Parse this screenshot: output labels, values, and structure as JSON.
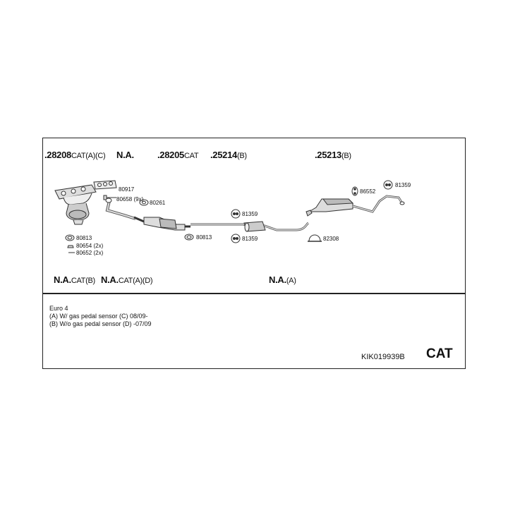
{
  "header_codes": [
    {
      "part": ".28208",
      "suffix": "CAT(A)(C)"
    },
    {
      "part": "N.A.",
      "suffix": ""
    },
    {
      "part": ".28205",
      "suffix": "CAT"
    },
    {
      "part": ".25214",
      "suffix": "(B)"
    },
    {
      "part": ".25213",
      "suffix": "(B)"
    }
  ],
  "lower_codes": [
    {
      "part": "N.A.",
      "suffix": "CAT(B)"
    },
    {
      "part": "N.A.",
      "suffix": "CAT(A)(D)"
    },
    {
      "part": "N.A.",
      "suffix": "(A)"
    }
  ],
  "hardware": {
    "h80917": "80917",
    "h80658": "80658 (9x)",
    "h80261": "80261",
    "h80813a": "80813",
    "h80654": "80654 (2x)",
    "h80652": "80652 (2x)",
    "h80813b": "80813",
    "h81359a": "81359",
    "h81359b": "81359",
    "h82308": "82308",
    "h86552": "86552",
    "h81359c": "81359"
  },
  "notes": {
    "line1": "Euro 4",
    "line2": "(A) W/ gas pedal sensor (C) 08/09-",
    "line3": "(B) W/o gas pedal sensor (D) -07/09"
  },
  "reference": "KIK019939B",
  "category": "CAT"
}
